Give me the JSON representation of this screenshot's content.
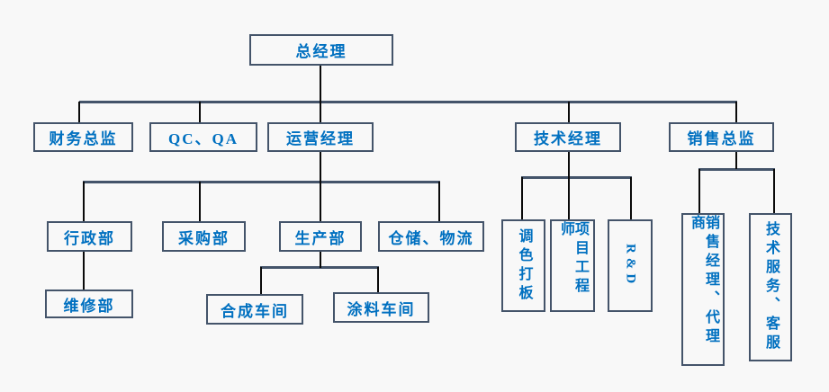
{
  "chart": {
    "type": "org-chart",
    "colors": {
      "bg": "#F8F8F8",
      "border": "#44546A",
      "text": "#0070C0",
      "hline": "#44546A",
      "vline": "#0A0A0A"
    }
  },
  "nodes": {
    "general_manager": {
      "label": "总经理"
    },
    "finance_director": {
      "label": "财务总监"
    },
    "qc_qa": {
      "label": "QC、QA"
    },
    "operations_manager": {
      "label": "运营经理"
    },
    "tech_manager": {
      "label": "技术经理"
    },
    "sales_director": {
      "label": "销售总监"
    },
    "admin_dept": {
      "label": "行政部"
    },
    "purchasing_dept": {
      "label": "采购部"
    },
    "production_dept": {
      "label": "生产部"
    },
    "warehouse_logistics": {
      "label": "仓储、物流"
    },
    "maintenance_dept": {
      "label": "维修部"
    },
    "synthesis_workshop": {
      "label": "合成车间"
    },
    "coating_workshop": {
      "label": "涂料车间"
    },
    "color_matching": {
      "label": "调色打板"
    },
    "project_engineer": {
      "label": "项目工程师"
    },
    "rnd": {
      "label": "R&D"
    },
    "sales_manager_agents": {
      "label": "销售经理、代理商"
    },
    "tech_service_support": {
      "label": "技术服务、客服"
    }
  },
  "hierarchy": {
    "总经理": [
      "财务总监",
      "QC、QA",
      "运营经理",
      "技术经理",
      "销售总监"
    ],
    "运营经理": [
      "行政部",
      "采购部",
      "生产部",
      "仓储、物流"
    ],
    "行政部": [
      "维修部"
    ],
    "生产部": [
      "合成车间",
      "涂料车间"
    ],
    "技术经理": [
      "调色打板",
      "项目工程师",
      "R&D"
    ],
    "销售总监": [
      "销售经理、代理商",
      "技术服务、客服"
    ]
  }
}
